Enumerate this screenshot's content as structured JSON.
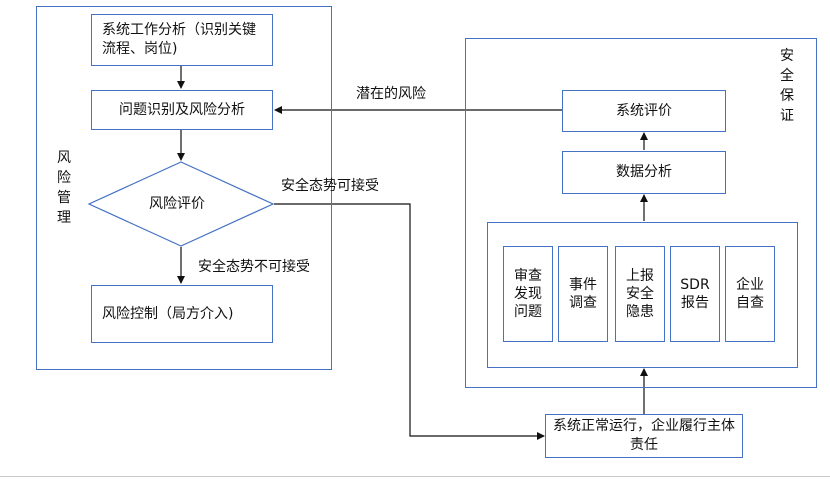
{
  "left_panel": {
    "label": "风\n险\n管\n理",
    "step1": "系统工作分析（识别关键流程、岗位)",
    "step2": "问题识别及风险分析",
    "decision": "风险评价",
    "step3": "风险控制（局方介入)"
  },
  "right_panel": {
    "label": "安\n全\n保\n证",
    "eval": "系统评价",
    "analysis": "数据分析",
    "sources": [
      "审查\n发现\n问题",
      "事件\n调查",
      "上报\n安全\n隐患",
      "SDR\n报告",
      "企业\n自查"
    ]
  },
  "bottom_box": "系统正常运行，企业履行主体责任",
  "edge_labels": {
    "potential_risk": "潜在的风险",
    "acceptable": "安全态势可接受",
    "not_acceptable": "安全态势不可接受"
  },
  "colors": {
    "border": "#4472c4",
    "arrow": "#111111"
  }
}
